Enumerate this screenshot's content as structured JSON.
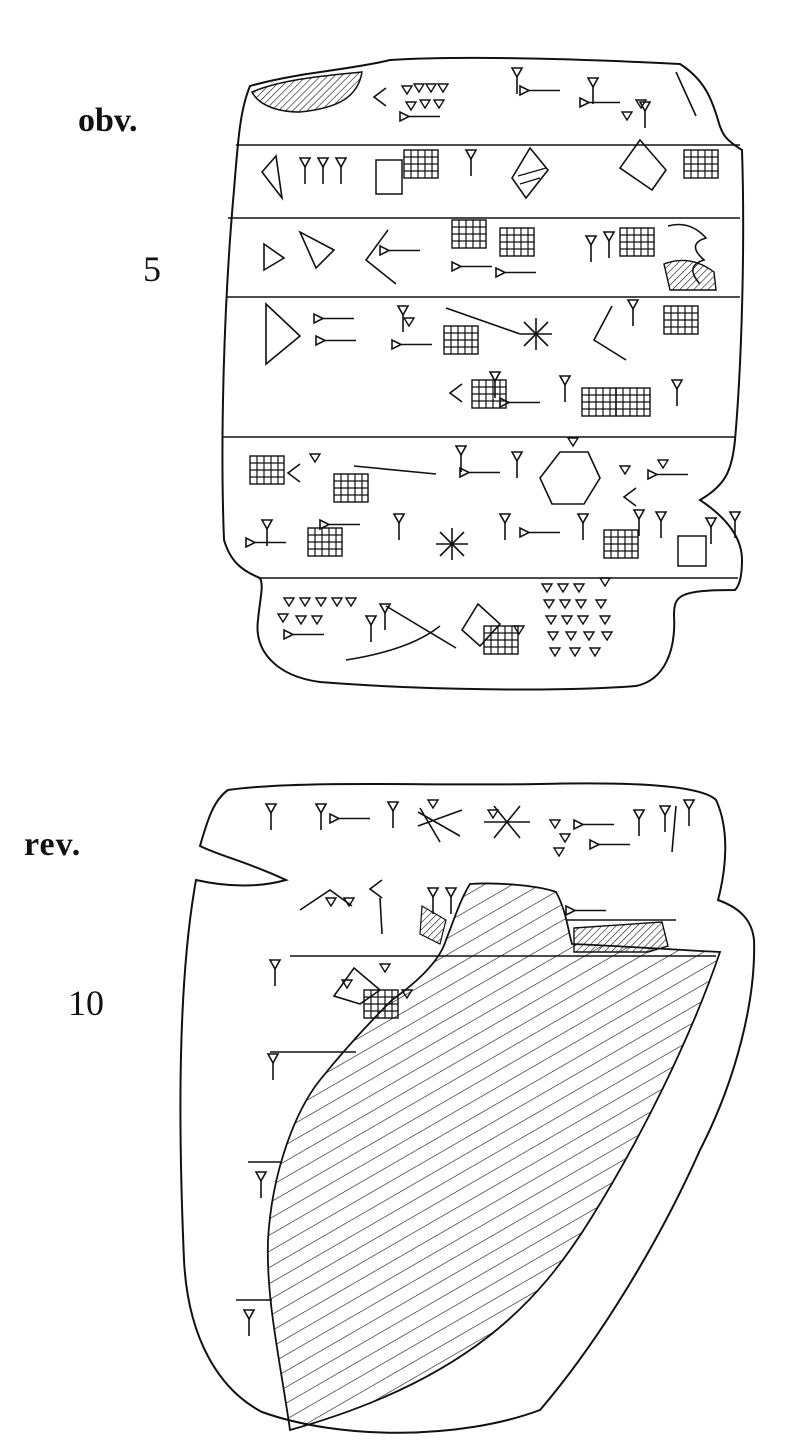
{
  "labels": {
    "obverse": "obv.",
    "reverse": "rev.",
    "line_5": "5",
    "line_10": "10"
  },
  "colors": {
    "ink": "#111111",
    "paper": "#ffffff"
  },
  "surfaces": {
    "obverse": {
      "ruled_lines": 5,
      "damaged_corner": "top-left"
    },
    "reverse": {
      "ruled_lines": 4,
      "damaged_area": "center-right"
    }
  }
}
